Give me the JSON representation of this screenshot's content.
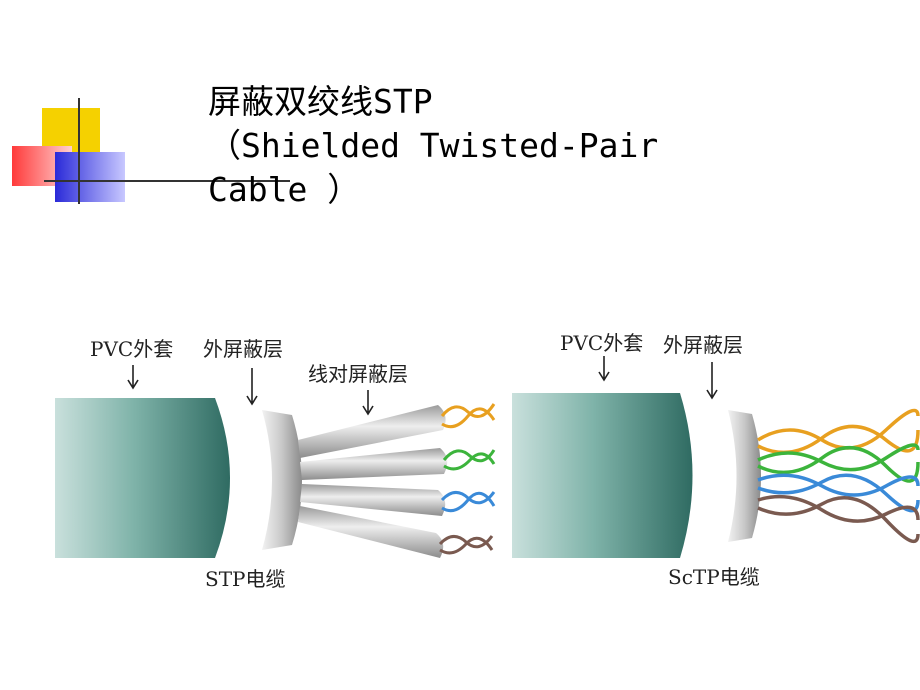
{
  "title": {
    "line1": "屏蔽双绞线STP",
    "line2": "（Shielded Twisted-Pair",
    "line3": "Cable ）"
  },
  "stp": {
    "label_jacket": "PVC外套",
    "label_outer_shield": "外屏蔽层",
    "label_pair_shield": "线对屏蔽层",
    "caption": "STP电缆"
  },
  "sctp": {
    "label_jacket": "PVC外套",
    "label_outer_shield": "外屏蔽层",
    "caption": "ScTP电缆"
  },
  "colors": {
    "deco_yellow": "#f5d100",
    "deco_red": "#ff3a3a",
    "deco_blue": "#2a2ad8",
    "jacket": "#3f7a70",
    "pair_orange": "#e8a020",
    "pair_green": "#3cb43c",
    "pair_blue": "#3a8ad8",
    "pair_brown": "#7a5a50"
  }
}
